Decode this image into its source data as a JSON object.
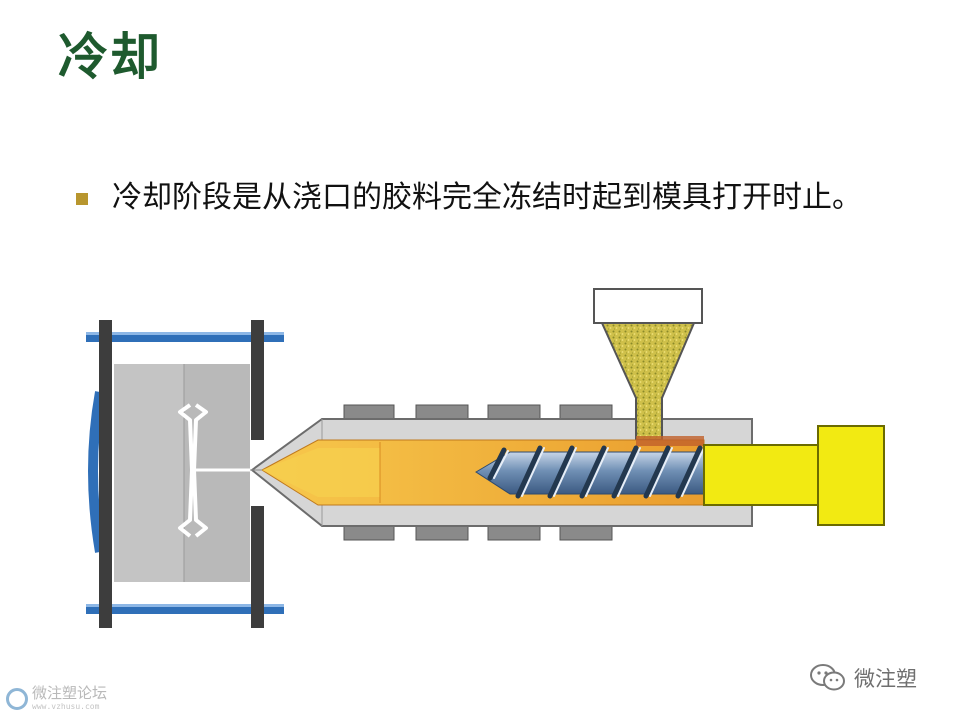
{
  "slide": {
    "title": "冷却",
    "bullet_text": "冷却阶段是从浇口的胶料完全冻结时起到模具打开时止。"
  },
  "watermarks": {
    "left_name": "微注塑论坛",
    "left_url": "www.vzhusu.com",
    "right_name": "微注塑"
  },
  "colors": {
    "title": "#1e5a2e",
    "bullet": "#b8962e",
    "mold": "#c4c4c4",
    "platen": "#3d3d3d",
    "tie_bar": "#2f6fb8",
    "barrel": "#d6d6d6",
    "heater_band": "#8a8a8a",
    "melt": "#f0aa36",
    "screw": "#6f8fb4",
    "drive": "#f2ea12",
    "granules": "#d6c84a"
  }
}
